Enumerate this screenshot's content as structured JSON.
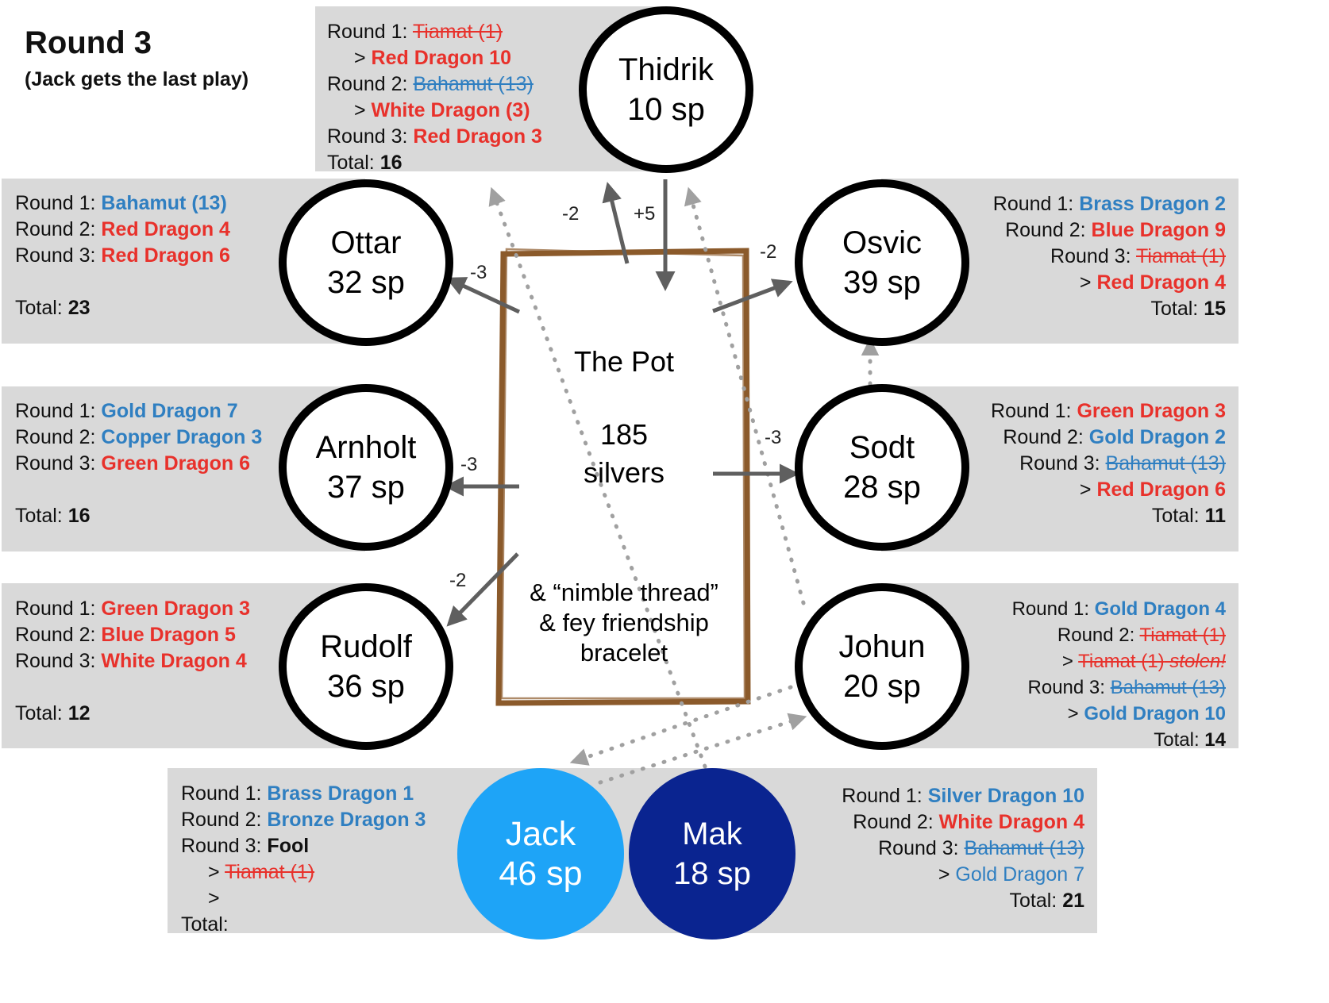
{
  "title": "Round 3",
  "subtitle": "(Jack gets the last play)",
  "pot": {
    "label": "The Pot",
    "amount_line1": "185",
    "amount_line2": "silvers",
    "items": [
      "& “nimble thread”",
      "& fey friendship",
      "bracelet"
    ]
  },
  "players": {
    "thidrik": {
      "name": "Thidrik",
      "silver": "10 sp",
      "rounds": [
        {
          "prefix": "Round 1: ",
          "card": "Tiamat (1)",
          "color": "red",
          "style": "strike"
        },
        {
          "prefix": "> ",
          "card": "Red Dragon 10",
          "color": "red",
          "indent": true
        },
        {
          "prefix": "Round 2: ",
          "card": "Bahamut (13)",
          "color": "blue",
          "style": "strike"
        },
        {
          "prefix": "> ",
          "card": "White Dragon (3)",
          "color": "red",
          "indent": true
        },
        {
          "prefix": "Round 3: ",
          "card": "Red Dragon 3",
          "color": "red"
        }
      ],
      "total_label": "Total: ",
      "total": "16"
    },
    "ottar": {
      "name": "Ottar",
      "silver": "32 sp",
      "rounds": [
        {
          "prefix": "Round 1: ",
          "card": "Bahamut (13)",
          "color": "blue"
        },
        {
          "prefix": "Round 2: ",
          "card": "Red Dragon 4",
          "color": "red"
        },
        {
          "prefix": "Round 3: ",
          "card": "Red Dragon 6",
          "color": "red"
        }
      ],
      "total_label": "Total: ",
      "total": "23"
    },
    "arnholt": {
      "name": "Arnholt",
      "silver": "37 sp",
      "rounds": [
        {
          "prefix": "Round 1: ",
          "card": "Gold Dragon 7",
          "color": "blue"
        },
        {
          "prefix": "Round 2: ",
          "card": "Copper Dragon 3",
          "color": "blue"
        },
        {
          "prefix": "Round 3: ",
          "card": "Green Dragon 6",
          "color": "red"
        }
      ],
      "total_label": "Total: ",
      "total": "16"
    },
    "rudolf": {
      "name": "Rudolf",
      "silver": "36 sp",
      "rounds": [
        {
          "prefix": "Round 1: ",
          "card": "Green Dragon 3",
          "color": "red"
        },
        {
          "prefix": "Round 2: ",
          "card": "Blue Dragon 5",
          "color": "red"
        },
        {
          "prefix": "Round 3: ",
          "card": "White Dragon 4",
          "color": "red"
        }
      ],
      "total_label": "Total: ",
      "total": "12"
    },
    "osvic": {
      "name": "Osvic",
      "silver": "39 sp",
      "rounds": [
        {
          "prefix": "Round 1: ",
          "card": "Brass Dragon 2",
          "color": "blue"
        },
        {
          "prefix": "Round 2: ",
          "card": "Blue Dragon 9",
          "color": "red"
        },
        {
          "prefix": "Round 3: ",
          "card": "Tiamat (1)",
          "color": "red",
          "style": "strike"
        },
        {
          "prefix": "> ",
          "card": "Red Dragon 4",
          "color": "red"
        }
      ],
      "total_label": "Total: ",
      "total": "15"
    },
    "sodt": {
      "name": "Sodt",
      "silver": "28 sp",
      "rounds": [
        {
          "prefix": "Round 1: ",
          "card": "Green Dragon 3",
          "color": "red"
        },
        {
          "prefix": "Round 2: ",
          "card": "Gold Dragon 2",
          "color": "blue"
        },
        {
          "prefix": "Round 3: ",
          "card": "Bahamut (13)",
          "color": "blue",
          "style": "strike"
        },
        {
          "prefix": "> ",
          "card": "Red Dragon 6",
          "color": "red"
        }
      ],
      "total_label": "Total: ",
      "total": "11"
    },
    "johun": {
      "name": "Johun",
      "silver": "20 sp",
      "rounds": [
        {
          "prefix": "Round 1: ",
          "card": "Gold Dragon 4",
          "color": "blue"
        },
        {
          "prefix": "Round 2: ",
          "card": "Tiamat (1)",
          "color": "red",
          "style": "strike"
        },
        {
          "prefix": "> ",
          "card": "Tiamat (1)",
          "suffix": " stolen!",
          "color": "red",
          "style": "strike"
        },
        {
          "prefix": "Round 3: ",
          "card": "Bahamut (13)",
          "color": "blue",
          "style": "strike"
        },
        {
          "prefix": "> ",
          "card": "Gold Dragon 10",
          "color": "blue"
        }
      ],
      "total_label": "Total: ",
      "total": "14"
    },
    "jack": {
      "name": "Jack",
      "silver": "46 sp",
      "rounds": [
        {
          "prefix": "Round 1: ",
          "card": "Brass Dragon 1",
          "color": "blue"
        },
        {
          "prefix": "Round 2: ",
          "card": "Bronze Dragon 3",
          "color": "blue"
        },
        {
          "prefix": "Round 3: ",
          "card": "Fool",
          "color": "black"
        },
        {
          "prefix": "> ",
          "card": "Tiamat (1)",
          "color": "red",
          "style": "strike",
          "indent": true
        },
        {
          "prefix": ">",
          "card": "",
          "color": "black",
          "indent": true
        }
      ],
      "total_label": "Total:",
      "total": ""
    },
    "mak": {
      "name": "Mak",
      "silver": "18 sp",
      "rounds": [
        {
          "prefix": "Round 1: ",
          "card": "Silver Dragon 10",
          "color": "blue"
        },
        {
          "prefix": "Round 2: ",
          "card": "White Dragon 4",
          "color": "red"
        },
        {
          "prefix": "Round 3: ",
          "card": "Bahamut (13)",
          "color": "blue",
          "style": "strike"
        },
        {
          "prefix": "> ",
          "card": "Gold Dragon 7",
          "color": "blue",
          "style": "plain"
        }
      ],
      "total_label": "Total: ",
      "total": "21"
    }
  },
  "transfers": {
    "thidrik_out": "-2",
    "thidrik_in": "+5",
    "ottar": "-3",
    "osvic": "-2",
    "arnholt": "-3",
    "sodt": "-3",
    "rudolf": "-2"
  },
  "colors": {
    "red": "#e8312b",
    "blue": "#2f7fc1",
    "panel": "#d9d9d9",
    "jack": "#1ea4f7",
    "mak": "#0a2490",
    "pot_border": "#8b5a2b",
    "arrow": "#5f5f5f",
    "dotted": "#a0a0a0"
  }
}
